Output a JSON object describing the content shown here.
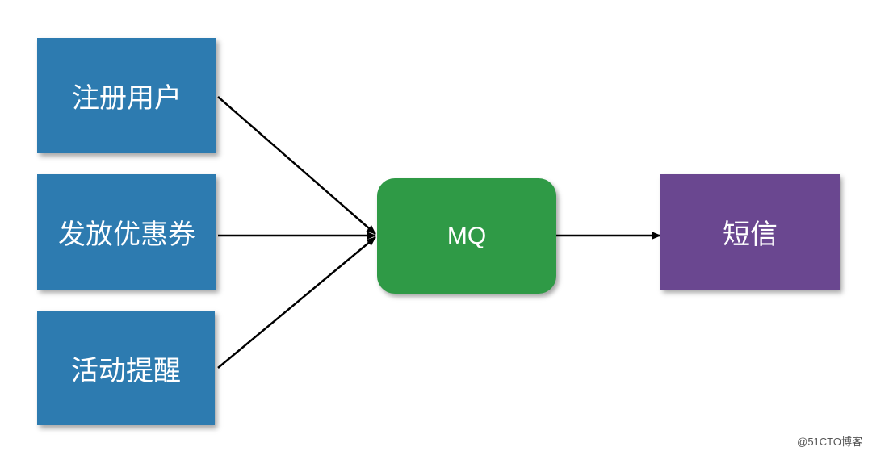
{
  "diagram": {
    "producers": [
      {
        "id": "register",
        "label": "注册用户"
      },
      {
        "id": "coupon",
        "label": "发放优惠券"
      },
      {
        "id": "event",
        "label": "活动提醒"
      }
    ],
    "queue": {
      "id": "mq",
      "label": "MQ"
    },
    "consumer": {
      "id": "sms",
      "label": "短信"
    },
    "edges": [
      {
        "from": "register",
        "to": "mq"
      },
      {
        "from": "coupon",
        "to": "mq"
      },
      {
        "from": "event",
        "to": "mq"
      },
      {
        "from": "mq",
        "to": "sms"
      }
    ],
    "colors": {
      "producer": "#2d7bb0",
      "queue": "#2f9a46",
      "consumer": "#6a4790",
      "arrow": "#000000"
    }
  },
  "watermark": "@51CTO博客"
}
